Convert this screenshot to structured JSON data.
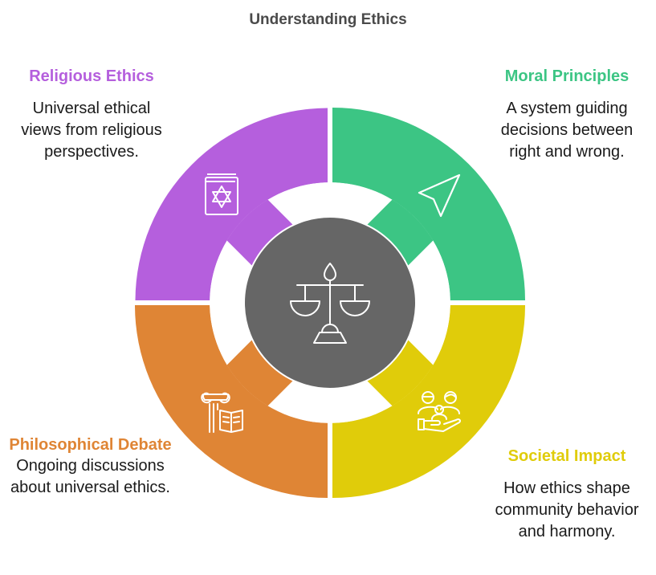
{
  "title": "Understanding Ethics",
  "center": {
    "icon": "scales-of-justice-icon",
    "color": "#666666"
  },
  "segments": [
    {
      "id": "religious",
      "title": "Religious Ethics",
      "description": "Universal ethical views from religious perspectives.",
      "color": "#b55fdd",
      "icon": "star-of-david-book-icon",
      "quadrant": "top-left"
    },
    {
      "id": "moral",
      "title": "Moral Principles",
      "description": "A system guiding decisions between right and wrong.",
      "color": "#3cc584",
      "icon": "navigation-arrow-icon",
      "quadrant": "top-right"
    },
    {
      "id": "philosophical",
      "title": "Philosophical Debate",
      "description": "Ongoing discussions about universal ethics.",
      "color": "#df8535",
      "icon": "column-and-book-icon",
      "quadrant": "bottom-left"
    },
    {
      "id": "societal",
      "title": "Societal Impact",
      "description": "How ethics shape community behavior and harmony.",
      "color": "#e0cc0a",
      "icon": "people-in-hand-icon",
      "quadrant": "bottom-right"
    }
  ]
}
